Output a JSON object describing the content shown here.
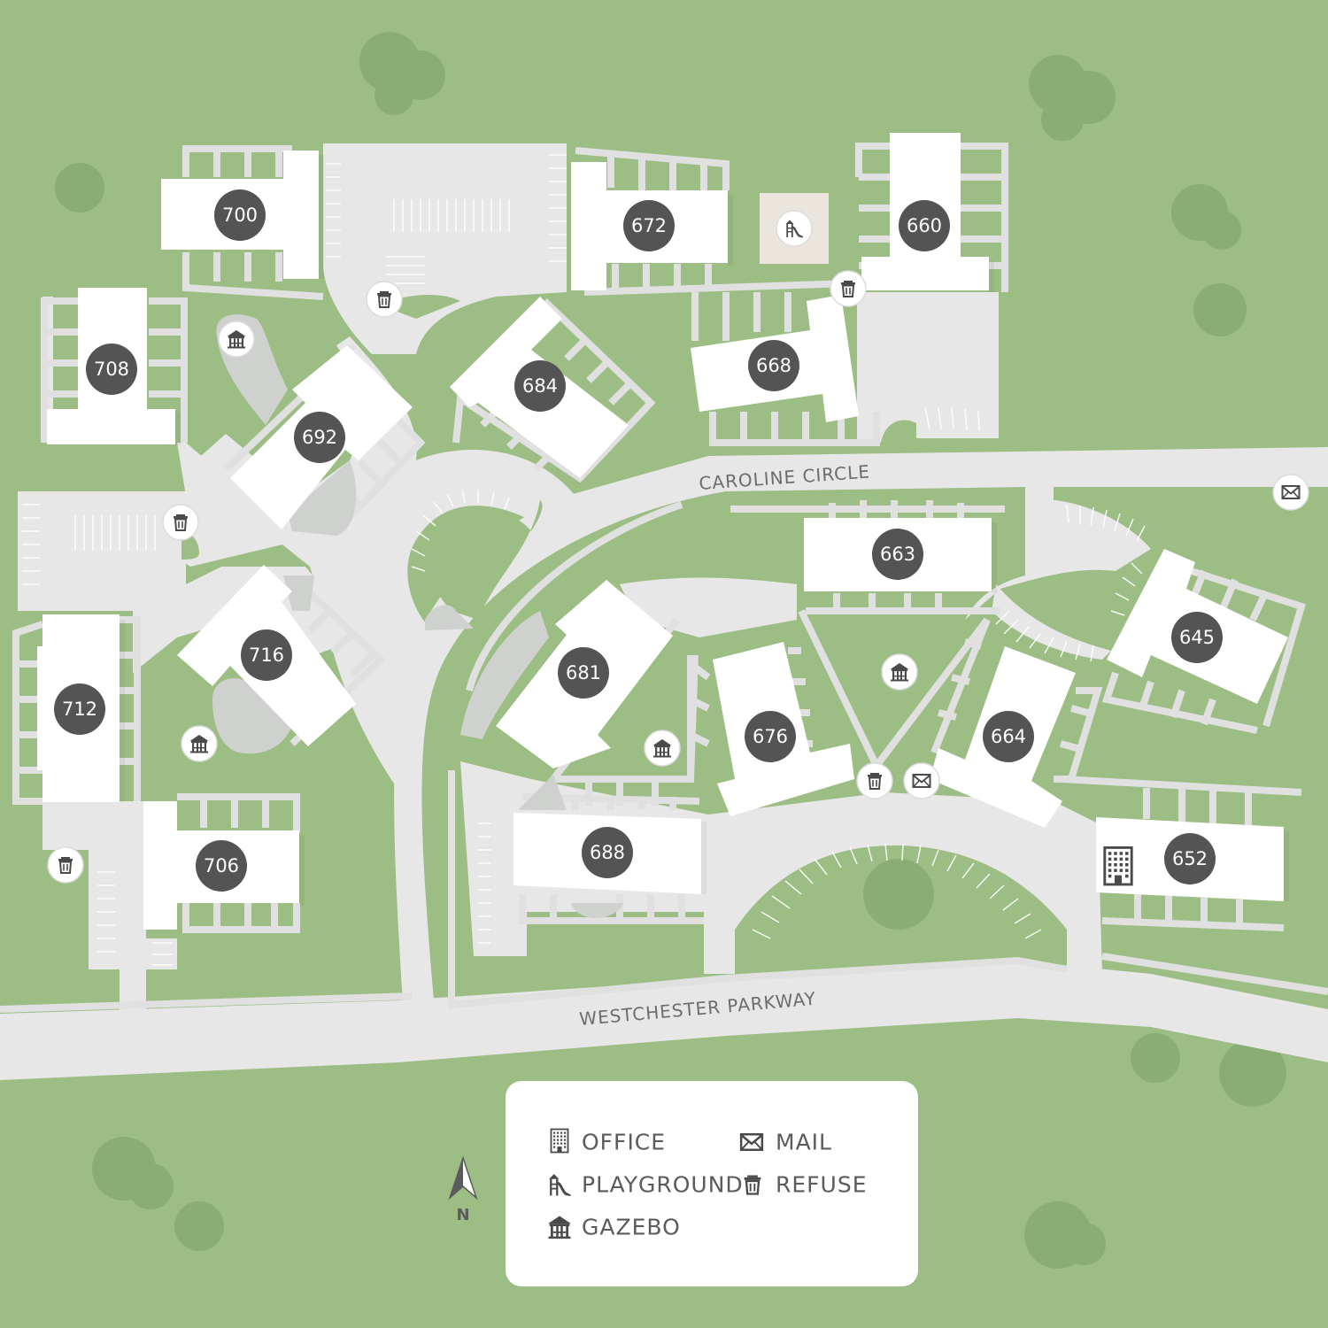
{
  "roads": {
    "caroline": "CAROLINE CIRCLE",
    "westchester": "WESTCHESTER PARKWAY"
  },
  "buildings": [
    {
      "id": "700",
      "label": "700"
    },
    {
      "id": "672",
      "label": "672"
    },
    {
      "id": "660",
      "label": "660"
    },
    {
      "id": "708",
      "label": "708"
    },
    {
      "id": "692",
      "label": "692"
    },
    {
      "id": "684",
      "label": "684"
    },
    {
      "id": "668",
      "label": "668"
    },
    {
      "id": "663",
      "label": "663"
    },
    {
      "id": "645",
      "label": "645"
    },
    {
      "id": "716",
      "label": "716"
    },
    {
      "id": "712",
      "label": "712"
    },
    {
      "id": "681",
      "label": "681"
    },
    {
      "id": "676",
      "label": "676"
    },
    {
      "id": "664",
      "label": "664"
    },
    {
      "id": "706",
      "label": "706"
    },
    {
      "id": "688",
      "label": "688"
    },
    {
      "id": "652",
      "label": "652"
    }
  ],
  "legend": {
    "office": "OFFICE",
    "playground": "PLAYGROUND",
    "gazebo": "GAZEBO",
    "mail": "MAIL",
    "refuse": "REFUSE"
  },
  "north": "N",
  "colors": {
    "grass": "#9cbd84",
    "road": "#e6e7e6",
    "building": "#ffffff",
    "badge": "#545454",
    "tree": "#89ad73"
  },
  "icons": {
    "office": "office-building-icon",
    "playground": "playground-slide-icon",
    "gazebo": "gazebo-icon",
    "mail": "envelope-icon",
    "refuse": "trash-can-icon"
  }
}
